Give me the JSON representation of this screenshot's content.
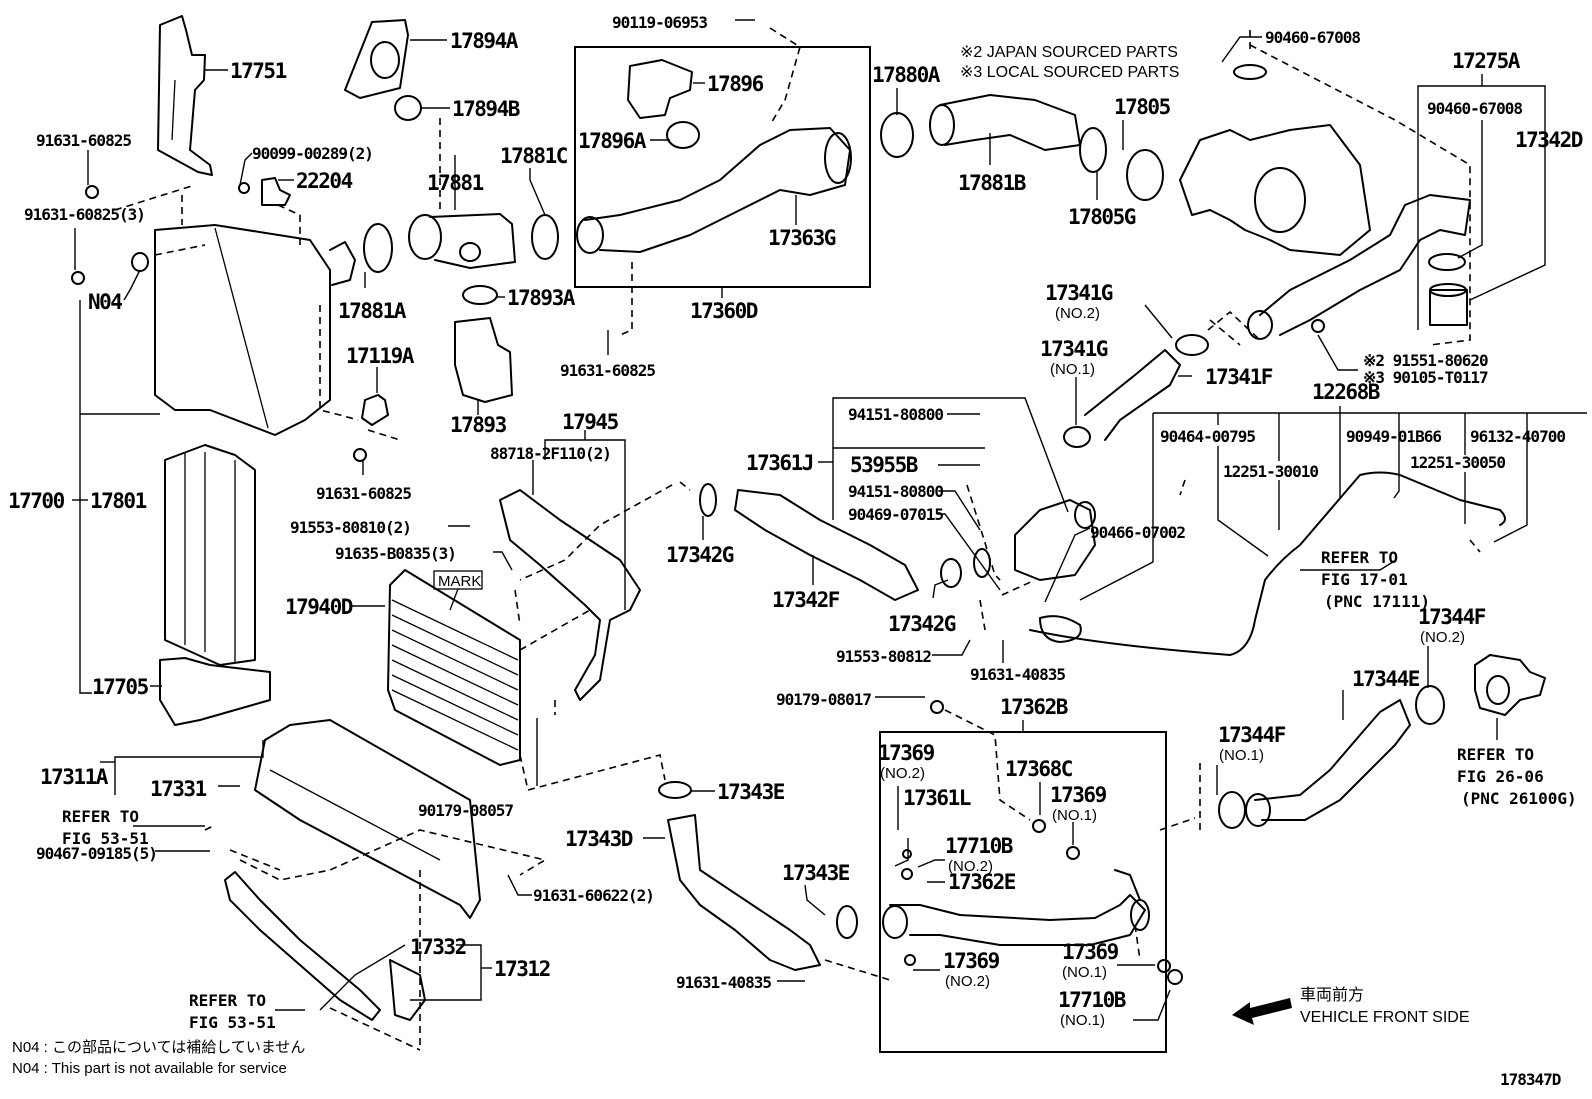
{
  "diagram": {
    "figure_id": "178347D",
    "notes": {
      "source_jp": "※2 JAPAN SOURCED PARTS",
      "source_local": "※3 LOCAL SOURCED PARTS",
      "n04_jp": "N04 : この部品については補給していません",
      "n04_en": "N04 : This part is not available for service",
      "front_jp": "車両前方",
      "front_en": "VEHICLE FRONT SIDE"
    },
    "parts": {
      "p17751": "17751",
      "p17894A": "17894A",
      "p17894B": "17894B",
      "p91631_60825_a": "91631-60825",
      "p90099_00289": "90099-00289(2)",
      "p22204": "22204",
      "p91631_60825_3": "91631-60825(3)",
      "pN04": "N04",
      "p17881C": "17881C",
      "p17881": "17881",
      "p17881A": "17881A",
      "p17893A": "17893A",
      "p17119A": "17119A",
      "p17893": "17893",
      "p91631_60825_b": "91631-60825",
      "p91631_60825_c": "91631-60825",
      "p90119_06953": "90119-06953",
      "p17896": "17896",
      "p17896A": "17896A",
      "p17363G": "17363G",
      "p17360D": "17360D",
      "p17880A": "17880A",
      "p17881B": "17881B",
      "p17805": "17805",
      "p17805G": "17805G",
      "p90460_67008_a": "90460-67008",
      "p17275A": "17275A",
      "p90460_67008_b": "90460-67008",
      "p17342D": "17342D",
      "p91551_80620": "※2 91551-80620",
      "p90105_T0117": "※3 90105-T0117",
      "p17341G_no2": "17341G",
      "p17341G_no2_sub": "(NO.2)",
      "p17341G_no1": "17341G",
      "p17341G_no1_sub": "(NO.1)",
      "p17341F": "17341F",
      "p12268B": "12268B",
      "p90464_00795": "90464-00795",
      "p12251_30010": "12251-30010",
      "p90949_01B66": "90949-01B66",
      "p96132_40700": "96132-40700",
      "p12251_30050": "12251-30050",
      "p90466_07002": "90466-07002",
      "ref_17_01_a": "REFER TO",
      "ref_17_01_b": "FIG 17-01",
      "ref_17_01_c": "(PNC 17111)",
      "p17945": "17945",
      "p88718_2F110": "88718-2F110(2)",
      "p91553_80810": "91553-80810(2)",
      "p91635_B0835": "91635-B0835(3)",
      "mark": "MARK",
      "p17700": "17700",
      "p17801": "17801",
      "p17940D": "17940D",
      "p17705": "17705",
      "p17342G_a": "17342G",
      "p17342F": "17342F",
      "p17342G_b": "17342G",
      "p17361J": "17361J",
      "p94151_80800_a": "94151-80800",
      "p53955B": "53955B",
      "p94151_80800_b": "94151-80800",
      "p90469_07015": "90469-07015",
      "p91553_80812": "91553-80812",
      "p91631_40835_a": "91631-40835",
      "p17344F_no2": "17344F",
      "p17344F_no2_sub": "(NO.2)",
      "p17344E": "17344E",
      "p17344F_no1": "17344F",
      "p17344F_no1_sub": "(NO.1)",
      "ref_26_06_a": "REFER TO",
      "ref_26_06_b": "FIG 26-06",
      "ref_26_06_c": "(PNC 26100G)",
      "p17311A": "17311A",
      "p17331": "17331",
      "ref_53_51_a1": "REFER TO",
      "ref_53_51_a2": "FIG 53-51",
      "p90467_09185": "90467-09185(5)",
      "p90179_08057": "90179-08057",
      "p91631_60622": "91631-60622(2)",
      "p17332": "17332",
      "p17312": "17312",
      "ref_53_51_b1": "REFER TO",
      "ref_53_51_b2": "FIG 53-51",
      "p17343E_a": "17343E",
      "p17343D": "17343D",
      "p17343E_b": "17343E",
      "p91631_40835_b": "91631-40835",
      "p90179_08017": "90179-08017",
      "p17362B": "17362B",
      "p17369_no2_a": "17369",
      "p17369_no2_a_sub": "(NO.2)",
      "p17368C": "17368C",
      "p17361L": "17361L",
      "p17369_no1_a": "17369",
      "p17369_no1_a_sub": "(NO.1)",
      "p17710B_no2": "17710B",
      "p17710B_no2_sub": "(NO.2)",
      "p17362E": "17362E",
      "p17369_no2_b": "17369",
      "p17369_no2_b_sub": "(NO.2)",
      "p17369_no1_b": "17369",
      "p17369_no1_b_sub": "(NO.1)",
      "p17710B_no1": "17710B",
      "p17710B_no1_sub": "(NO.1)"
    }
  }
}
